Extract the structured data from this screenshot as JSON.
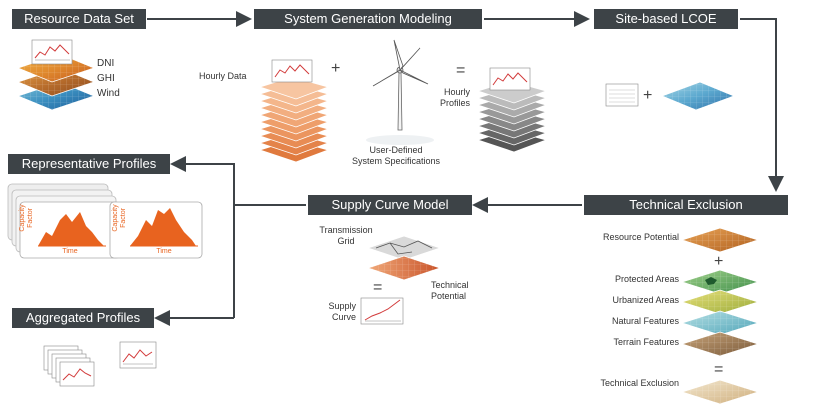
{
  "headers": {
    "resource_data_set": "Resource Data Set",
    "system_generation_modeling": "System Generation Modeling",
    "site_based_lcoe": "Site-based LCOE",
    "representative_profiles": "Representative Profiles",
    "supply_curve_model": "Supply Curve Model",
    "technical_exclusion": "Technical Exclusion",
    "aggregated_profiles": "Aggregated Profiles"
  },
  "resource_layers": [
    "DNI",
    "GHI",
    "Wind"
  ],
  "generation": {
    "hourly_data": "Hourly Data",
    "user_defined_line1": "User-Defined",
    "user_defined_line2": "System Specifications",
    "hourly_profiles_line1": "Hourly",
    "hourly_profiles_line2": "Profiles"
  },
  "supply_curve": {
    "transmission_grid_line1": "Transmission",
    "transmission_grid_line2": "Grid",
    "technical_potential_line1": "Technical",
    "technical_potential_line2": "Potential",
    "supply_curve_line1": "Supply",
    "supply_curve_line2": "Curve"
  },
  "exclusion_layers": {
    "resource_potential": "Resource Potential",
    "protected_areas": "Protected Areas",
    "urbanized_areas": "Urbanized Areas",
    "natural_features": "Natural Features",
    "terrain_features": "Terrain Features",
    "technical_exclusion": "Technical Exclusion"
  },
  "profile_cards": {
    "y_label_line1": "Capacity",
    "y_label_line2": "Factor",
    "x_label": "Time"
  },
  "symbols": {
    "plus": "+",
    "equals": "="
  },
  "colors": {
    "header_bg": "#3d4347",
    "arrow": "#3d4347",
    "profile_orange": "#e8631f",
    "chart_red": "#d23b3b"
  }
}
